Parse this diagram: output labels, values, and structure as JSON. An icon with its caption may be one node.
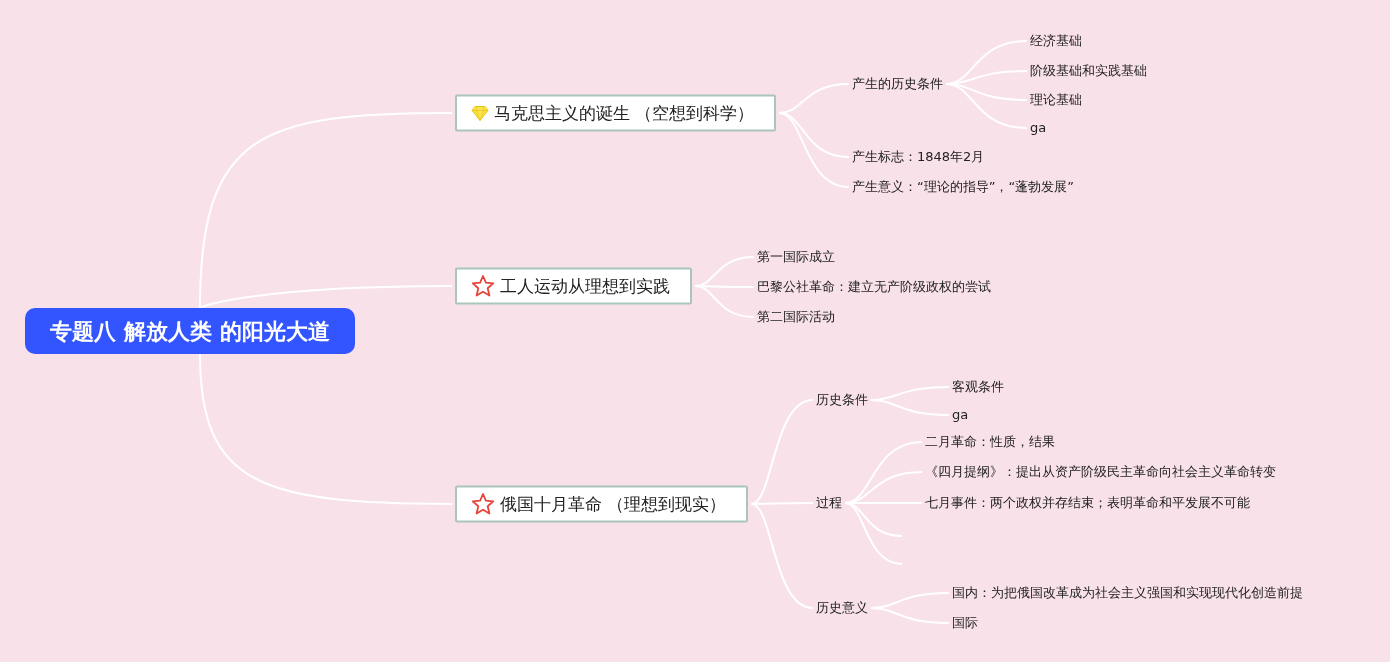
{
  "diagram": {
    "nodes": [
      {
        "text": [
          "专题八 解放人类 的阳光大道"
        ]
      },
      {
        "text": [
          "马克思主义的诞生 （空想到科学）"
        ]
      },
      {
        "text": [
          "产生的历史条件"
        ]
      },
      {
        "text": [
          "经济基础"
        ]
      },
      {
        "text": [
          "阶级基础和实践基础"
        ]
      },
      {
        "text": [
          "理论基础"
        ]
      },
      {
        "text": [
          "ga"
        ]
      },
      {
        "text": [
          "产生标志：1848年2月"
        ]
      },
      {
        "text": [
          "产生意义：“理论的指导”，“蓬勃发展”"
        ]
      },
      {
        "text": [
          "工人运动从理想到实践"
        ]
      },
      {
        "text": [
          "第一国际成立"
        ]
      },
      {
        "text": [
          "巴黎公社革命：建立无产阶级政权的尝试"
        ]
      },
      {
        "text": [
          "第二国际活动"
        ]
      },
      {
        "text": [
          "俄国十月革命 （理想到现实）"
        ]
      },
      {
        "text": [
          "历史条件"
        ]
      },
      {
        "text": [
          "客观条件"
        ]
      },
      {
        "text": [
          "ga"
        ]
      },
      {
        "text": [
          "过程"
        ]
      },
      {
        "text": [
          "二月革命：性质，结果"
        ]
      },
      {
        "text": [
          "《四月提纲》：提出从资产阶级民主革命向社会主义革命转变"
        ]
      },
      {
        "text": [
          "七月事件：两个政权并存结束；表明革命和平发展不可能"
        ]
      },
      {
        "text": [
          "历史意义"
        ]
      },
      {
        "text": [
          "国内：为把俄国改革成为社会主义强国和实现现代化创造前提"
        ]
      },
      {
        "text": [
          "国际"
        ]
      }
    ],
    "edges": [
      {
        "from": 0,
        "to": 1,
        "arrow": "none"
      },
      {
        "from": 0,
        "to": 9,
        "arrow": "none"
      },
      {
        "from": 0,
        "to": 13,
        "arrow": "none"
      },
      {
        "from": 1,
        "to": 2,
        "arrow": "none"
      },
      {
        "from": 1,
        "to": 7,
        "arrow": "none"
      },
      {
        "from": 1,
        "to": 8,
        "arrow": "none"
      },
      {
        "from": 2,
        "to": 3,
        "arrow": "none"
      },
      {
        "from": 2,
        "to": 4,
        "arrow": "none"
      },
      {
        "from": 2,
        "to": 5,
        "arrow": "none"
      },
      {
        "from": 2,
        "to": 6,
        "arrow": "none"
      },
      {
        "from": 9,
        "to": 10,
        "arrow": "none"
      },
      {
        "from": 9,
        "to": 11,
        "arrow": "none"
      },
      {
        "from": 9,
        "to": 12,
        "arrow": "none"
      },
      {
        "from": 13,
        "to": 14,
        "arrow": "none"
      },
      {
        "from": 13,
        "to": 17,
        "arrow": "none"
      },
      {
        "from": 13,
        "to": 21,
        "arrow": "none"
      },
      {
        "from": 14,
        "to": 15,
        "arrow": "none"
      },
      {
        "from": 14,
        "to": 16,
        "arrow": "none"
      },
      {
        "from": 17,
        "to": 18,
        "arrow": "none"
      },
      {
        "from": 17,
        "to": 19,
        "arrow": "none"
      },
      {
        "from": 17,
        "to": 20,
        "arrow": "none"
      },
      {
        "from": 17,
        "to": null,
        "arrow": "none"
      },
      {
        "from": 17,
        "to": null,
        "arrow": "none"
      },
      {
        "from": 21,
        "to": 22,
        "arrow": "none"
      },
      {
        "from": 21,
        "to": 23,
        "arrow": "none"
      }
    ]
  }
}
